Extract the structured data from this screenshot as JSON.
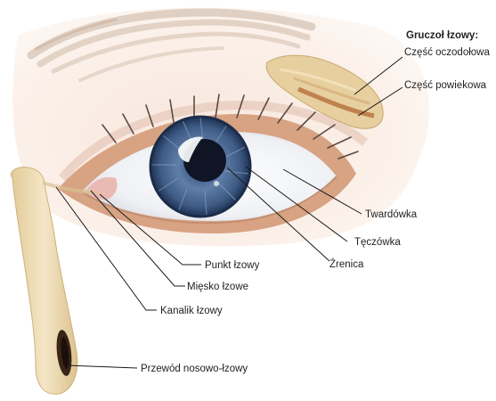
{
  "diagram": {
    "heading": "Gruczoł łzowy:",
    "labels": {
      "czesc_oczodolowa": "Część oczodołowa",
      "czesc_powiekowa": "Część powiekowa",
      "twardowka": "Twardówka",
      "teczowka": "Tęczówka",
      "zrenica": "Źrenica",
      "punkt_lzowy": "Punkt łzowy",
      "miesko_lzowe": "Mięsko łzowe",
      "kanalik_lzowy": "Kanalik łzowy",
      "przewod_nosowo_lzowy": "Przewód nosowo-łzowy"
    },
    "colors": {
      "skin": "#fbf1ea",
      "eyebrow": "#c8b09d",
      "eyelid": "#f2ddd0",
      "lid_shadow": "#d9a98a",
      "iris": "#4d6a93",
      "iris_dark": "#24395e",
      "pupil": "#0f1524",
      "sclera": "#f1f3f6",
      "gland": "#e4c99a",
      "gland_stripe": "#b7733f",
      "duct": "#f0e0bc",
      "duct_edge": "#d9c08f",
      "leader": "#1a1a1a",
      "text": "#222222"
    }
  }
}
